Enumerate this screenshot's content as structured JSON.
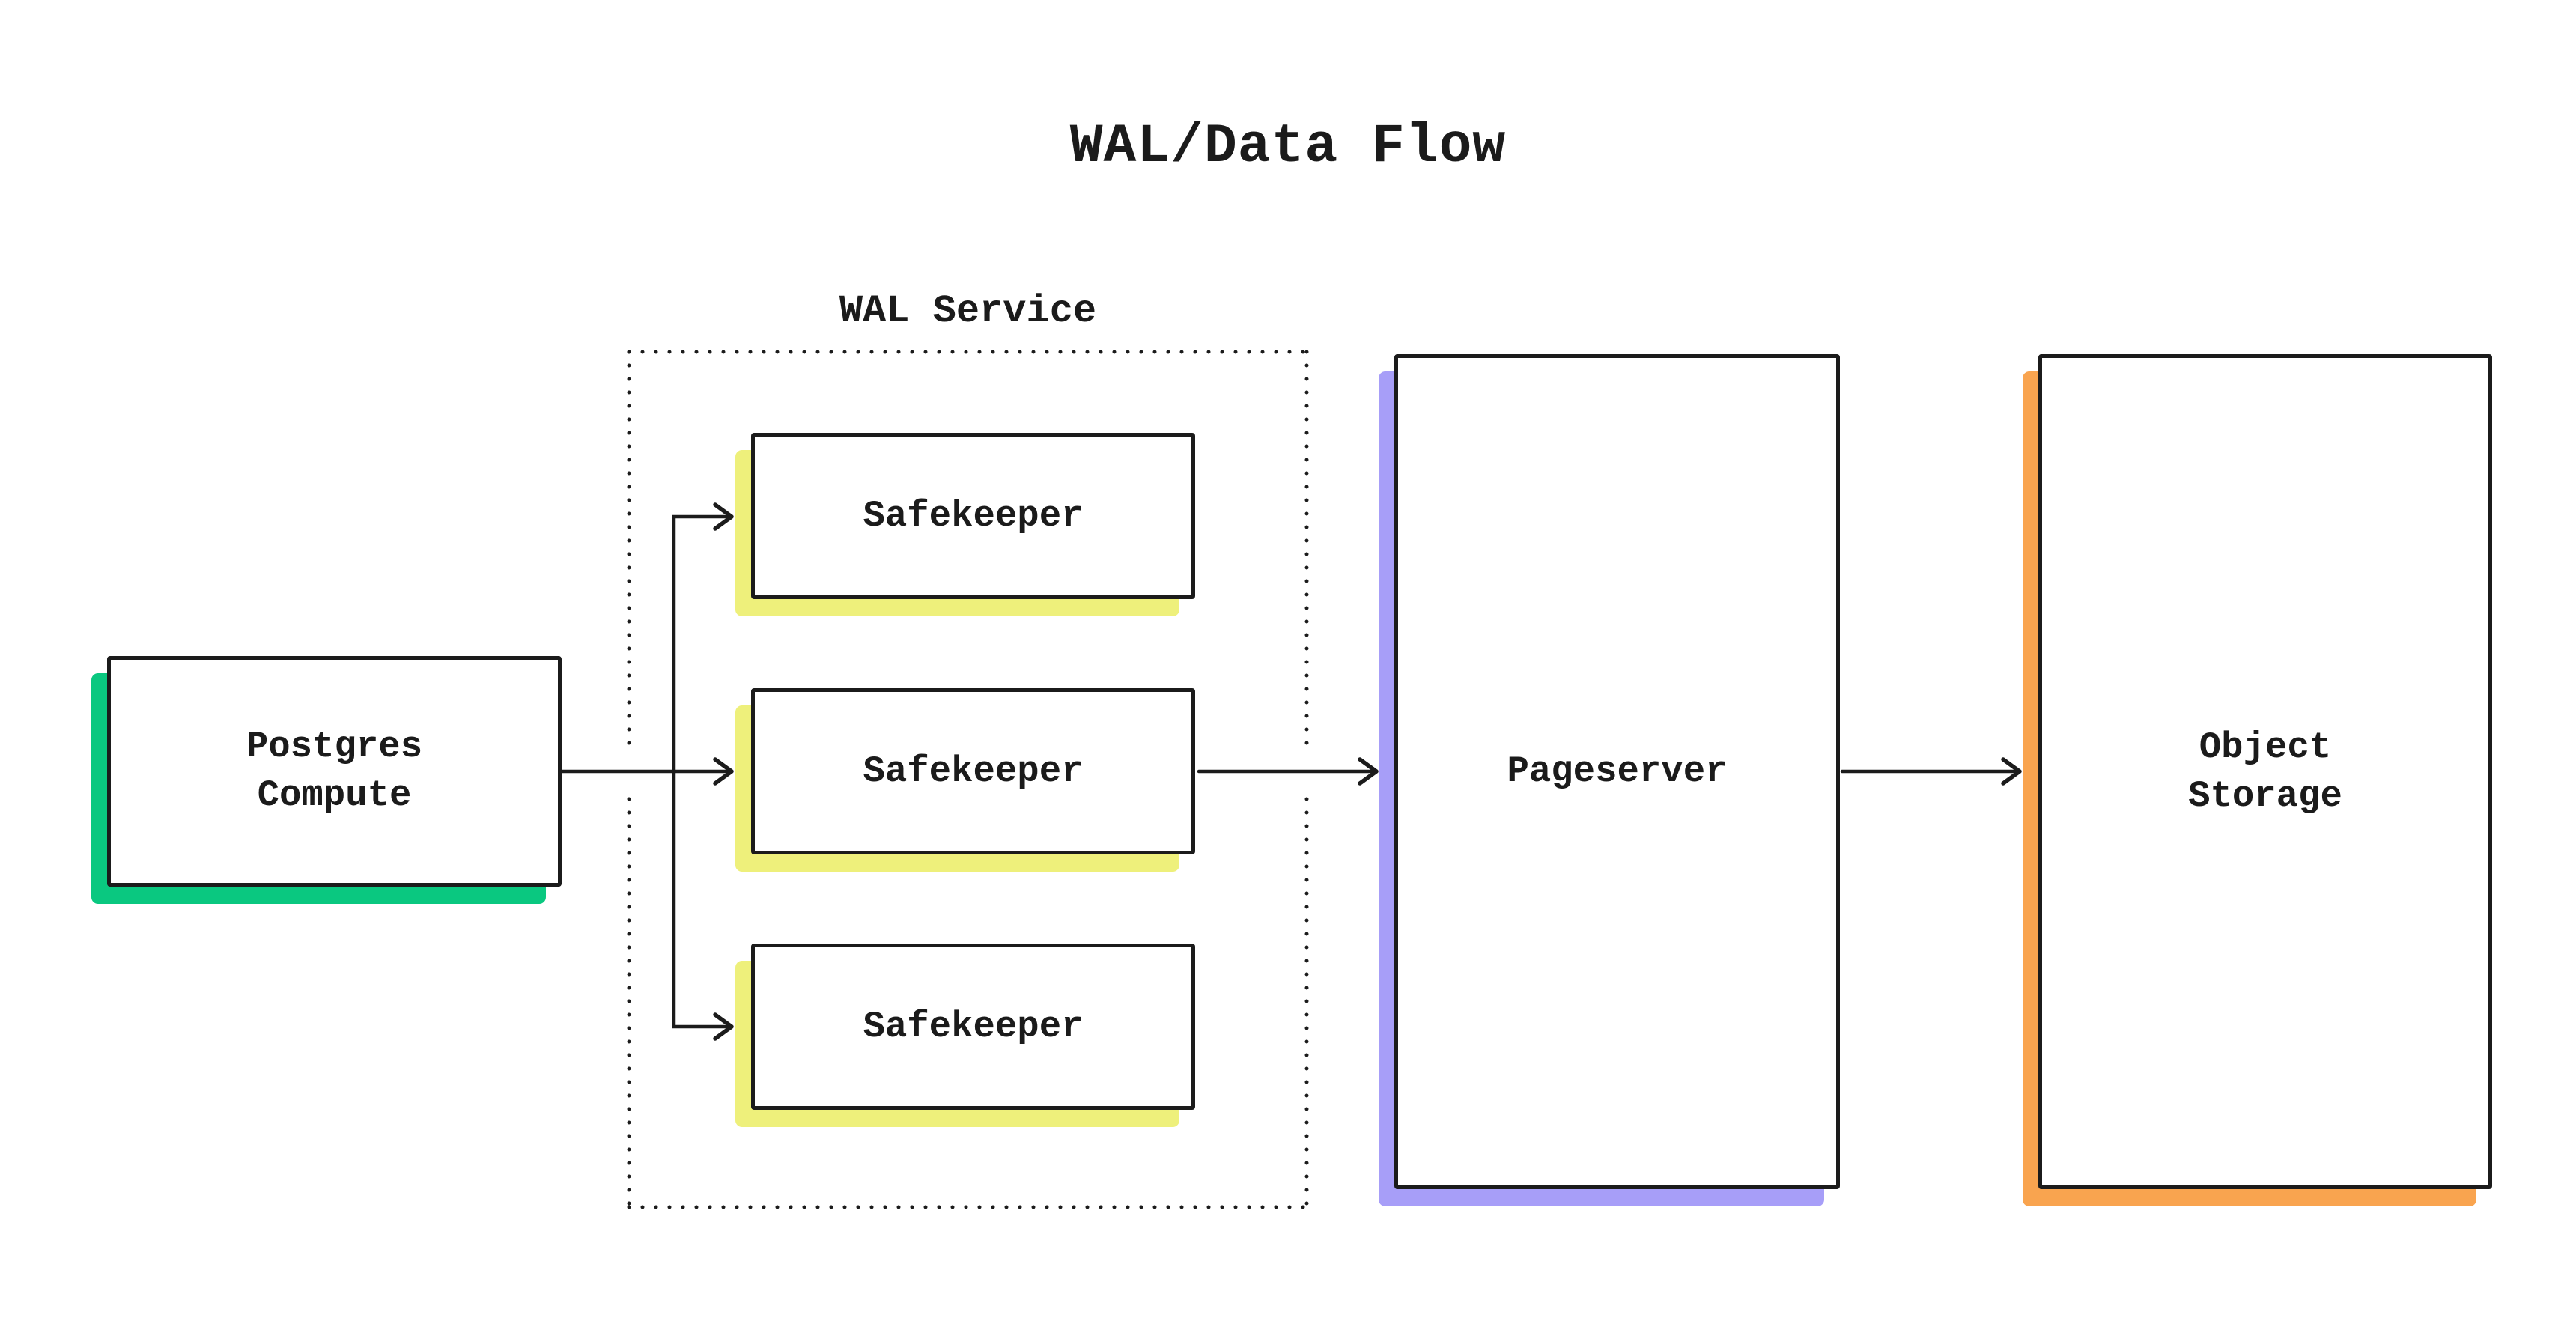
{
  "title": "WAL/Data Flow",
  "colors": {
    "canvas": "#ffffff",
    "ink": "#1b1b1b",
    "green": "#0ac880",
    "yellow": "#eef07b",
    "purple": "#a79ef8",
    "orange": "#f9a44f"
  },
  "wal_service_group": {
    "label": "WAL Service",
    "border_style": "dotted"
  },
  "nodes": {
    "postgres_compute": {
      "label": "Postgres\nCompute",
      "shadow_color": "#0ac880"
    },
    "safekeeper_1": {
      "label": "Safekeeper",
      "shadow_color": "#eef07b"
    },
    "safekeeper_2": {
      "label": "Safekeeper",
      "shadow_color": "#eef07b"
    },
    "safekeeper_3": {
      "label": "Safekeeper",
      "shadow_color": "#eef07b"
    },
    "pageserver": {
      "label": "Pageserver",
      "shadow_color": "#a79ef8"
    },
    "object_storage": {
      "label": "Object\nStorage",
      "shadow_color": "#f9a44f"
    }
  },
  "edges": [
    {
      "from": "postgres_compute",
      "to": "safekeeper_1"
    },
    {
      "from": "postgres_compute",
      "to": "safekeeper_2"
    },
    {
      "from": "postgres_compute",
      "to": "safekeeper_3"
    },
    {
      "from": "safekeeper_2",
      "to": "pageserver"
    },
    {
      "from": "pageserver",
      "to": "object_storage"
    }
  ]
}
